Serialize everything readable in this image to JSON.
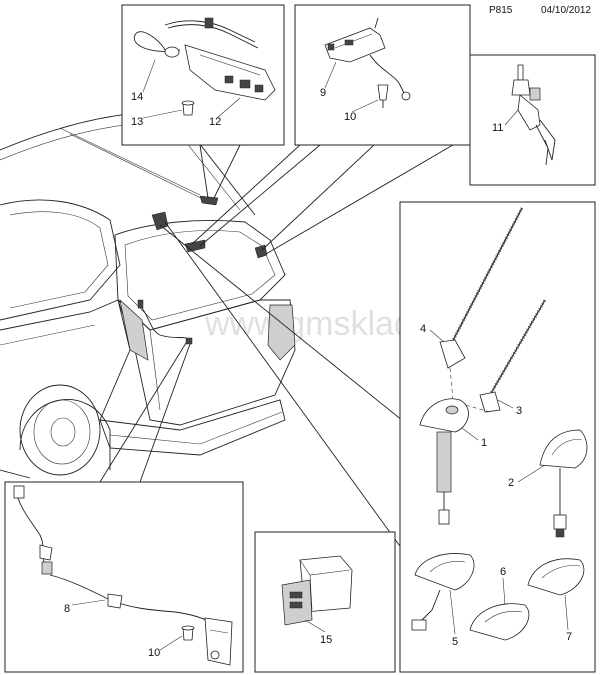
{
  "header": {
    "code": "P815",
    "date": "04/10/2012"
  },
  "watermark": "www.gmsklad.ru",
  "callouts": {
    "c1": "1",
    "c2": "2",
    "c3": "3",
    "c4": "4",
    "c5": "5",
    "c6": "6",
    "c7": "7",
    "c8": "8",
    "c9": "9",
    "c10a": "10",
    "c10b": "10",
    "c11": "11",
    "c12": "12",
    "c13": "13",
    "c14": "14",
    "c15": "15"
  }
}
